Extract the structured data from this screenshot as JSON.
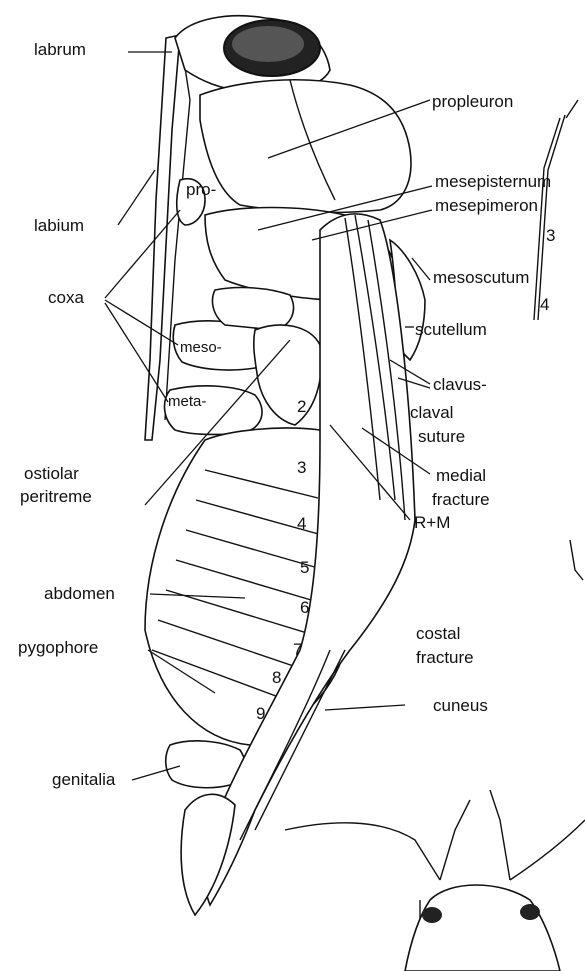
{
  "labels": {
    "labrum": "labrum",
    "propleuron": "propleuron",
    "mesepisternum": "mesepisternum",
    "mesepimeron": "mesepimeron",
    "labium": "labium",
    "pro": "pro-",
    "mesoscutum": "mesoscutum",
    "scutellum": "scutellum",
    "coxa": "coxa",
    "meso": "meso-",
    "meta": "meta-",
    "clavus": "clavus-",
    "claval_suture_1": "claval",
    "claval_suture_2": "suture",
    "ostiolar_1": "ostiolar",
    "ostiolar_2": "peritreme",
    "medial_1": "medial",
    "medial_2": "fracture",
    "rm": "R+M",
    "abdomen": "abdomen",
    "pygophore": "pygophore",
    "costal_1": "costal",
    "costal_2": "fracture",
    "cuneus": "cuneus",
    "genitalia": "genitalia"
  },
  "segments": [
    "2",
    "3",
    "4",
    "5",
    "6",
    "7",
    "8",
    "9"
  ],
  "antenna_segments": [
    "3",
    "4"
  ]
}
